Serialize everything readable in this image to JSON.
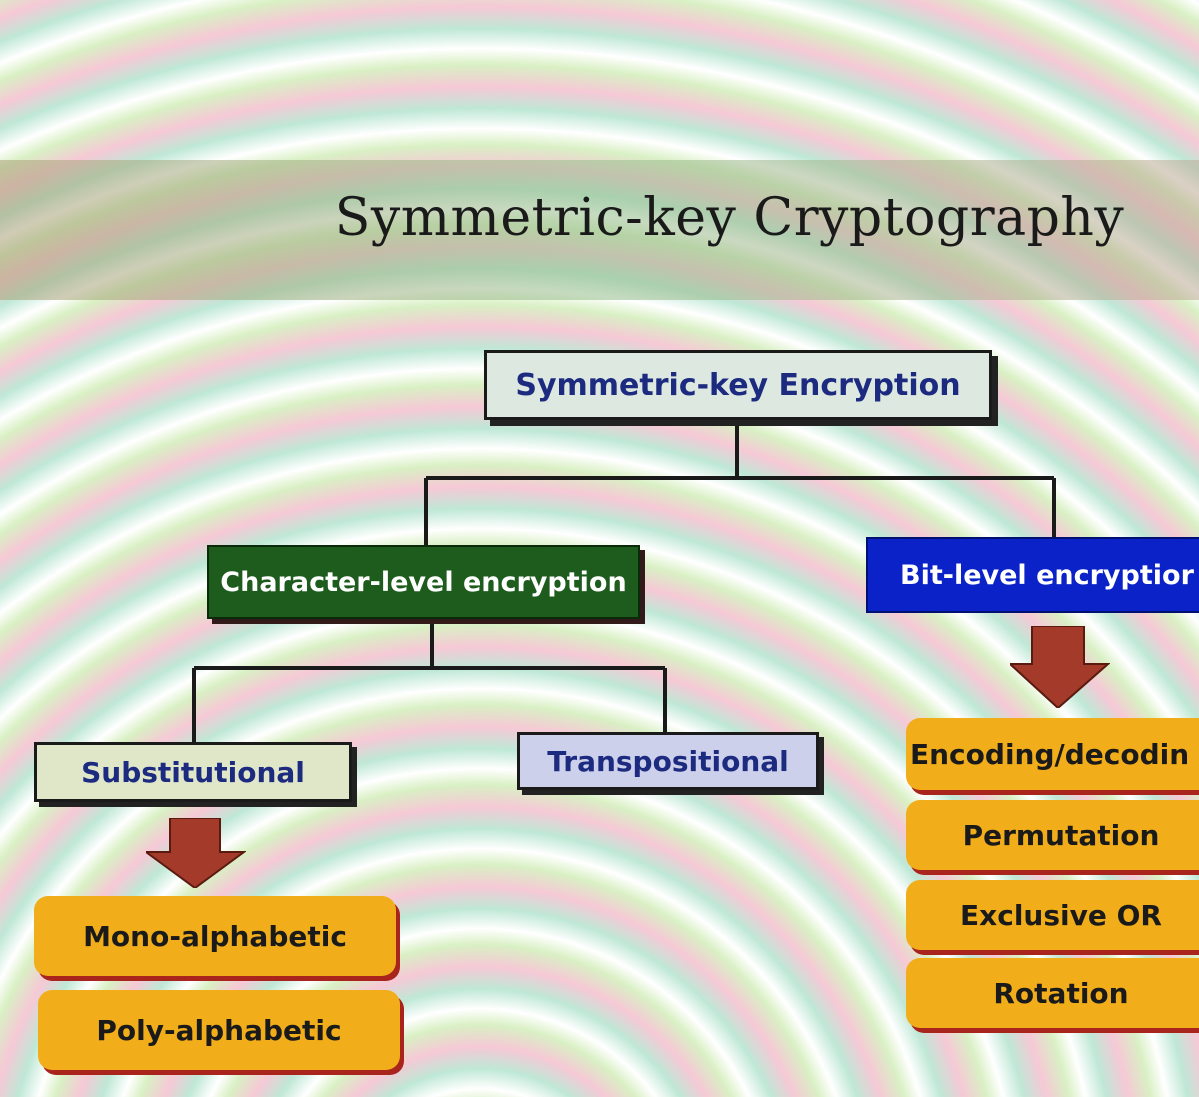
{
  "title": "Symmetric-key Cryptography",
  "diagram": {
    "root": "Symmetric-key Encryption",
    "character_level": "Character-level encryption",
    "bit_level": "Bit-level encryptior",
    "substitutional": "Substitutional",
    "transpositional": "Transpositional",
    "substitution_types": [
      "Mono-alphabetic",
      "Poly-alphabetic"
    ],
    "bit_operations": [
      "Encoding/decodin",
      "Permutation",
      "Exclusive OR",
      "Rotation"
    ]
  },
  "colors": {
    "root_fill": "#dde8e0",
    "character_fill": "#1e5c1e",
    "bit_fill": "#0a22c8",
    "node_text": "#1c2a80",
    "leaf_fill": "#f1ae1a",
    "arrow": "#a33a2a"
  }
}
